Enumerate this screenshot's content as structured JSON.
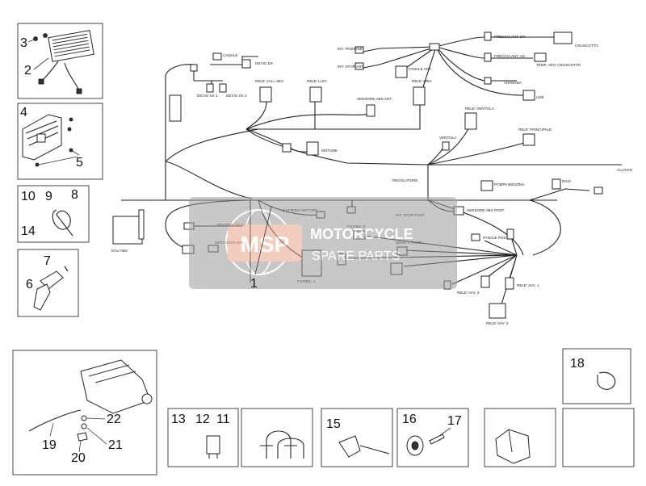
{
  "callouts": {
    "c1": "1",
    "c2": "2",
    "c3": "3",
    "c4": "4",
    "c5": "5",
    "c6": "6",
    "c7": "7",
    "c8": "8",
    "c9": "9",
    "c10": "10",
    "c11": "11",
    "c12": "12",
    "c13": "13",
    "c14": "14",
    "c15": "15",
    "c16": "16",
    "c17": "17",
    "c18": "18",
    "c19": "19",
    "c20": "20",
    "c21": "21",
    "c22": "22"
  },
  "labels": {
    "freccia_ant_dx": "FRECCIA ANT. DX",
    "cruscotto": "CRUSCOTTO",
    "freccia_ant_sx": "FRECCIA ANT. SX",
    "temp_aria": "TEMP. ARIA CRUSCOTTO",
    "antenna": "ANTENNA",
    "usb": "USB",
    "ant_frizione": "INT. FRIZIONE",
    "int_stop_ant": "INT. STOP ANT.",
    "faro_ant": "FANALE ANT.",
    "devio_dx": "DEVIO DX",
    "canale": "CANALE",
    "devio_sx": "DEVIO SX 1",
    "devio_sx2": "DEVIO SX 2",
    "rele_sec": "RELE' 2ALL SEC",
    "rele_luci": "RELE' LUCI",
    "rele_aria": "RELE' ARIA",
    "sensore_abs_ant": "SENSORE ABS ANT.",
    "rele_ventola": "RELE' VENTOLA",
    "ventola": "VENTOLA",
    "rele_principale": "RELE' PRINCIPALE",
    "motore": "MOTORE",
    "claxon": "CLAXON",
    "regolatore": "REGOLATORE",
    "pompa_benzina": "POMPA BENZINA",
    "diag": "DIAG",
    "ecu_abs": "ECU ABS",
    "sensore_olio": "SENSORE OLIO",
    "batteria": "BATTERIA MOTORE",
    "int_stop_post": "INT. STOP POST.",
    "sensore_abs_post": "SENSORE ABS POST.",
    "motorino_avv": "MOTORINO AVV.",
    "fusibili_2": "FUSIBILI 2",
    "sens_caduta": "SENS. CADUTA",
    "fanale_post": "FANALE POST.",
    "fusibili_1": "FUSIBILI 1",
    "rele_avv_1": "RELE' AVV. 1",
    "rele_avv_2": "RELE' AVV. 2",
    "rele_avv_3": "RELE' AVV. 3"
  },
  "watermark": {
    "logo": "MSP",
    "line1": "MOTORCYCLE",
    "line2": "SPARE PARTS"
  },
  "colors": {
    "watermark_band": "#9a9a9a",
    "watermark_logo": "#e8a48c",
    "line": "#222222"
  }
}
